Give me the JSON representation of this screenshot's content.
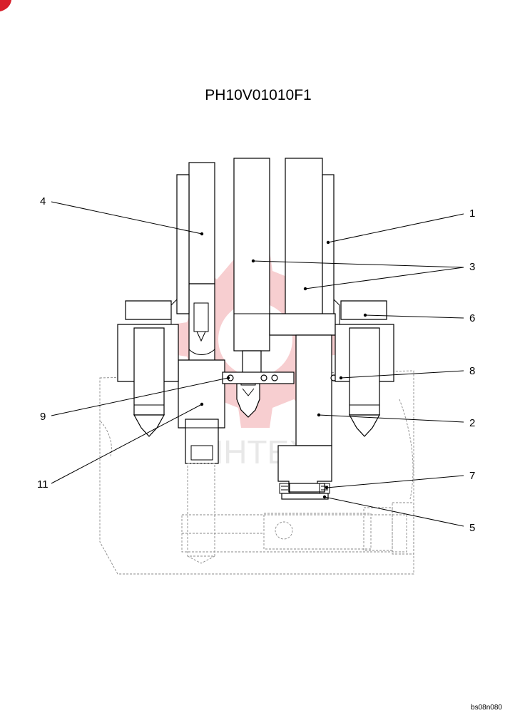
{
  "title": "PH10V01010F1",
  "drawing_code": "bs08n080",
  "watermark_text": "ИНТЕХ",
  "colors": {
    "watermark": "#f2a7ab",
    "brand_tab": "#d81f2a",
    "lines": "#000000",
    "ghost_lines": "#888888"
  },
  "callouts": [
    {
      "id": "c4",
      "label": "4"
    },
    {
      "id": "c1",
      "label": "1"
    },
    {
      "id": "c3",
      "label": "3"
    },
    {
      "id": "c6",
      "label": "6"
    },
    {
      "id": "c8",
      "label": "8"
    },
    {
      "id": "c9",
      "label": "9"
    },
    {
      "id": "c2",
      "label": "2"
    },
    {
      "id": "c11",
      "label": "11"
    },
    {
      "id": "c7",
      "label": "7"
    },
    {
      "id": "c5",
      "label": "5"
    }
  ]
}
